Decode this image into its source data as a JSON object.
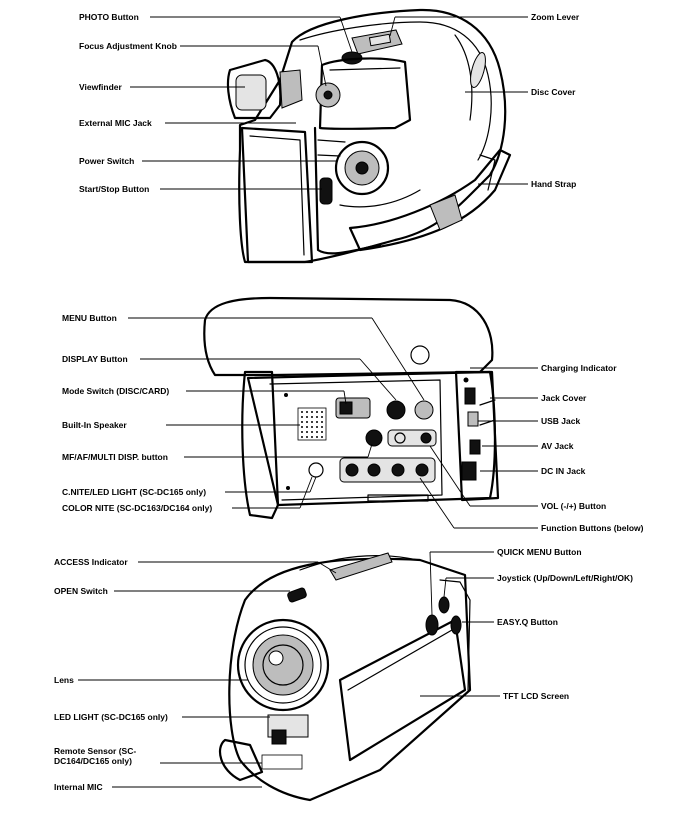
{
  "views": [
    {
      "id": "front-top",
      "labels": {
        "left": [
          "PHOTO Button",
          "Focus Adjustment Knob",
          "Viewfinder",
          "External MIC Jack",
          "Power Switch",
          "Start/Stop Button"
        ],
        "right": [
          "Zoom Lever",
          "Disc Cover",
          "Hand Strap"
        ]
      }
    },
    {
      "id": "rear",
      "labels": {
        "left": [
          "MENU Button",
          "DISPLAY Button",
          "Mode Switch (DISC/CARD)",
          "Built-In Speaker",
          "MF/AF/MULTI DISP. button",
          "C.NITE/LED LIGHT (SC-DC165 only)",
          "COLOR NITE (SC-DC163/DC164 only)"
        ],
        "right": [
          "Charging Indicator",
          "Jack Cover",
          "USB Jack",
          "AV Jack",
          "DC IN Jack",
          "VOL (-/+) Button",
          "Function Buttons (below)"
        ]
      }
    },
    {
      "id": "front-lens",
      "labels": {
        "left": [
          "ACCESS Indicator",
          "OPEN Switch",
          "Lens",
          "LED LIGHT (SC-DC165 only)",
          "Remote Sensor (SC-DC164/DC165 only)",
          "Internal MIC"
        ],
        "right": [
          "QUICK MENU Button",
          "Joystick (Up/Down/Left/Right/OK)",
          "EASY.Q Button",
          "TFT LCD Screen"
        ]
      }
    }
  ],
  "colors": {
    "ink": "#000000",
    "paper": "#ffffff",
    "shade": "#bdbdbd"
  }
}
